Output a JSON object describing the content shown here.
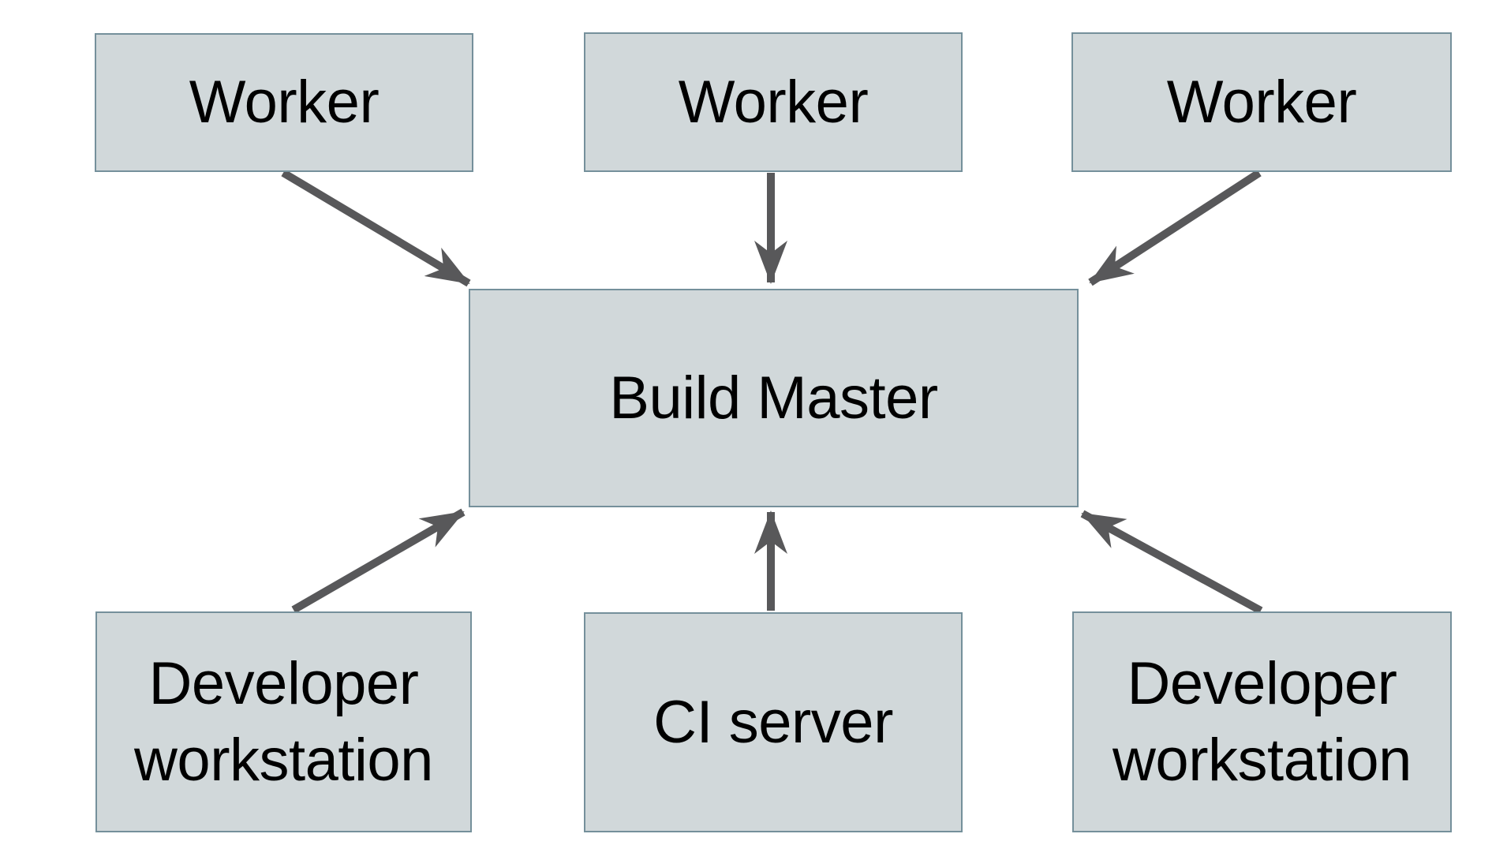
{
  "diagram": {
    "type": "node-edge-diagram",
    "background_color": "#ffffff",
    "node_fill_color": "#d1d8da",
    "node_border_color": "#75909b",
    "arrow_color": "#58585a",
    "text_color": "#000000",
    "nodes": [
      {
        "id": "worker-top-left",
        "label": "Worker"
      },
      {
        "id": "worker-top-middle",
        "label": "Worker"
      },
      {
        "id": "worker-top-right",
        "label": "Worker"
      },
      {
        "id": "build-master",
        "label": "Build Master"
      },
      {
        "id": "developer-workstation-left",
        "label": "Developer workstation"
      },
      {
        "id": "ci-server",
        "label": "CI server"
      },
      {
        "id": "developer-workstation-right",
        "label": "Developer workstation"
      }
    ],
    "edges": [
      {
        "from": "worker-top-left",
        "to": "build-master"
      },
      {
        "from": "worker-top-middle",
        "to": "build-master"
      },
      {
        "from": "worker-top-right",
        "to": "build-master"
      },
      {
        "from": "developer-workstation-left",
        "to": "build-master"
      },
      {
        "from": "ci-server",
        "to": "build-master"
      },
      {
        "from": "developer-workstation-right",
        "to": "build-master"
      }
    ]
  }
}
